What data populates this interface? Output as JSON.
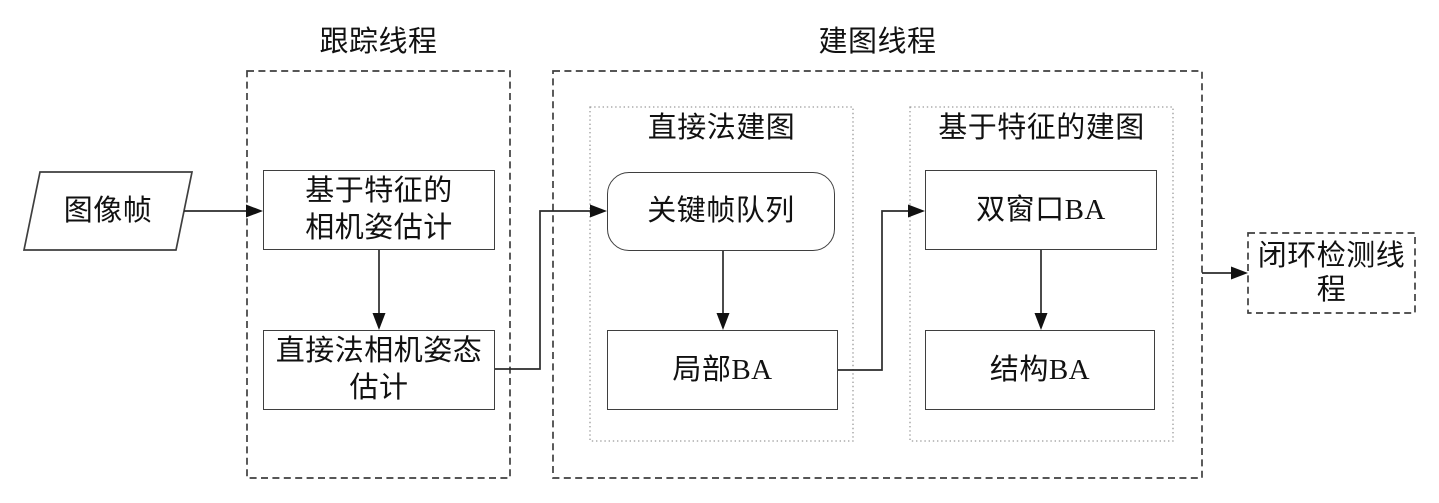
{
  "diagram": {
    "zones": {
      "tracking_thread": {
        "title": "跟踪线程"
      },
      "mapping_thread": {
        "title": "建图线程"
      },
      "direct_mapping": {
        "title": "直接法建图"
      },
      "feature_mapping": {
        "title": "基于特征的建图"
      }
    },
    "nodes": {
      "image_frame": {
        "shape": "parallelogram",
        "lines": [
          "图像帧"
        ]
      },
      "feature_pose": {
        "shape": "rect",
        "lines": [
          "基于特征的",
          "相机姿估计"
        ]
      },
      "direct_pose": {
        "shape": "rect",
        "lines": [
          "直接法相机姿态",
          "估计"
        ]
      },
      "keyframe_queue": {
        "shape": "rounded-rect",
        "lines": [
          "关键帧队列"
        ]
      },
      "local_ba": {
        "shape": "rect",
        "lines": [
          "局部BA"
        ]
      },
      "double_window_ba": {
        "shape": "rect",
        "lines": [
          "双窗口BA"
        ]
      },
      "structure_ba": {
        "shape": "rect",
        "lines": [
          "结构BA"
        ]
      },
      "loop_closure": {
        "shape": "dashed-rect",
        "lines": [
          "闭环检测线",
          "程"
        ]
      }
    },
    "edges": [
      {
        "from": "image_frame",
        "to": "feature_pose"
      },
      {
        "from": "feature_pose",
        "to": "direct_pose"
      },
      {
        "from": "direct_pose",
        "to": "keyframe_queue"
      },
      {
        "from": "keyframe_queue",
        "to": "local_ba"
      },
      {
        "from": "local_ba",
        "to": "double_window_ba"
      },
      {
        "from": "double_window_ba",
        "to": "structure_ba"
      },
      {
        "from": "mapping_thread",
        "to": "loop_closure"
      }
    ],
    "colors": {
      "background": "#ffffff",
      "stroke": "#3f3f3f",
      "arrow": "#2b2b2b",
      "dotted_border": "#9a9a9a",
      "text": "#111111"
    }
  }
}
